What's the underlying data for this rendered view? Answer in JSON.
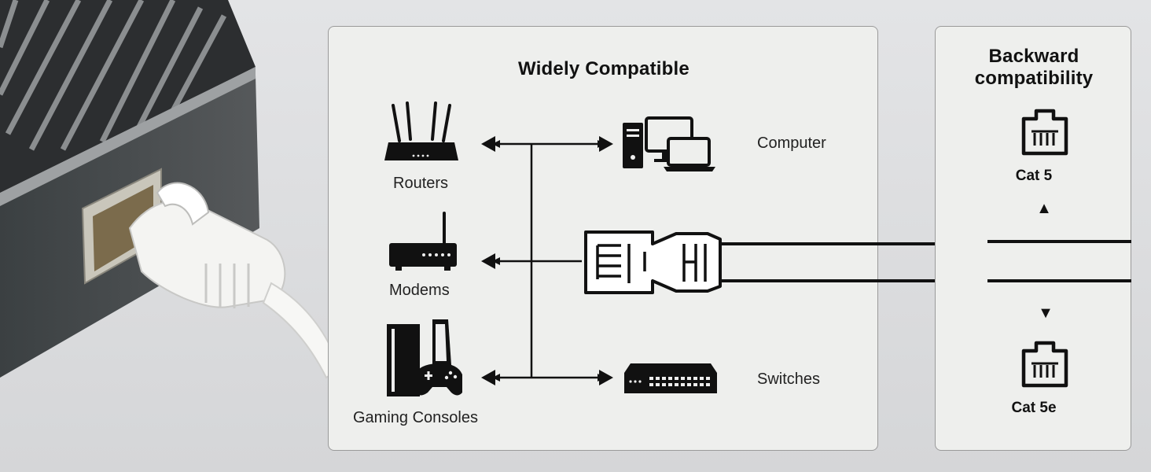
{
  "main_panel": {
    "title": "Widely Compatible",
    "devices": {
      "routers": "Routers",
      "modems": "Modems",
      "gaming_consoles": "Gaming Consoles",
      "computer": "Computer",
      "switches": "Switches"
    }
  },
  "side_panel": {
    "title_line1": "Backward",
    "title_line2": "compatibility",
    "cat5": "Cat 5",
    "cat5e": "Cat 5e"
  },
  "colors": {
    "panel_bg": "#eeefed",
    "panel_border": "#9a9a9a",
    "line": "#111111",
    "background": "#dcdddf"
  }
}
